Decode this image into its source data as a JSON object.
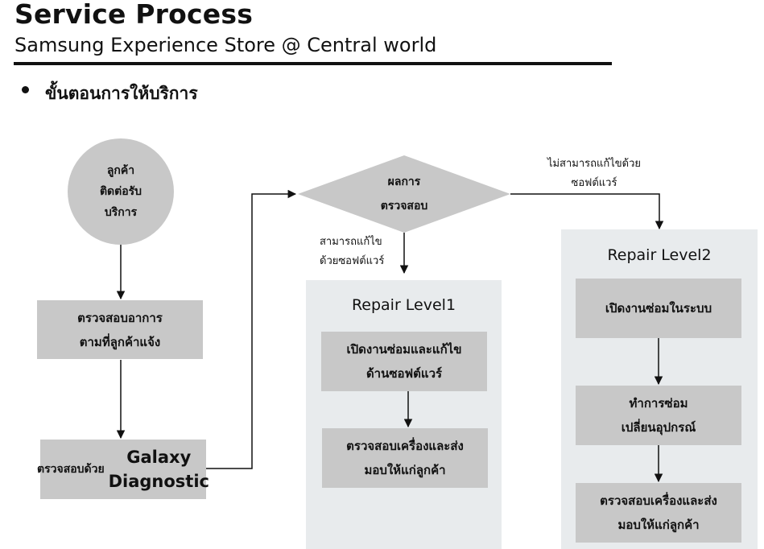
{
  "header": {
    "title": "Service Process",
    "subtitle": "Samsung Experience Store @ Central world",
    "bullet": "ขั้นตอนการให้บริการ"
  },
  "flow": {
    "start": "ลูกค้า\nติดต่อรับ\nบริการ",
    "check_symptoms": "ตรวจสอบอาการ\nตามที่ลูกค้าแจ้ง",
    "diagnostic_prefix": "ตรวจสอบด้วย ",
    "diagnostic_main": "Galaxy\nDiagnostic",
    "decision": "ผลการ\nตรวจสอบ",
    "cond_yes": "สามารถแก้ไข\nด้วยซอฟต์แวร์",
    "cond_no": "ไม่สามารถแก้ไขด้วย\nซอฟต์แวร์"
  },
  "level1": {
    "label": "Repair Level1",
    "step1": "เปิดงานซ่อมและแก้ไข\nด้านซอฟต์แวร์",
    "step2": "ตรวจสอบเครื่องและส่ง\nมอบให้แก่ลูกค้า"
  },
  "level2": {
    "label": "Repair Level2",
    "step1": "เปิดงานซ่อมในระบบ",
    "step2": "ทำการซ่อม\nเปลี่ยนอุปกรณ์",
    "step3": "ตรวจสอบเครื่องและส่ง\nมอบให้แก่ลูกค้า"
  },
  "colors": {
    "box": "#c8c8c8",
    "panel": "#e8ebed",
    "line": "#111111"
  }
}
